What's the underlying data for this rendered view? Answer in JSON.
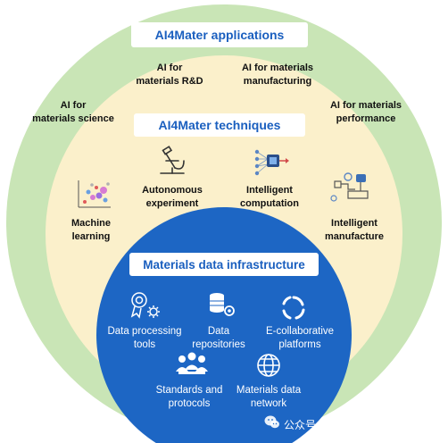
{
  "diagram": {
    "outer": {
      "title": "AI4Mater applications",
      "items": [
        {
          "line1": "AI for",
          "line2": "materials R&D"
        },
        {
          "line1": "AI for materials",
          "line2": "manufacturing"
        },
        {
          "line1": "AI for",
          "line2": "materials science"
        },
        {
          "line1": "AI for materials",
          "line2": "performance"
        }
      ]
    },
    "middle": {
      "title": "AI4Mater techniques",
      "items": [
        {
          "line1": "Autonomous",
          "line2": "experiment",
          "icon": "microscope-icon"
        },
        {
          "line1": "Intelligent",
          "line2": "computation",
          "icon": "neural-chip-icon"
        },
        {
          "line1": "Machine",
          "line2": "learning",
          "icon": "scatter-plot-icon"
        },
        {
          "line1": "Intelligent",
          "line2": "manufacture",
          "icon": "robot-arm-icon"
        }
      ]
    },
    "inner": {
      "title": "Materials data infrastructure",
      "items": [
        {
          "line1": "Data processing",
          "line2": "tools",
          "icon": "award-gear-icon"
        },
        {
          "line1": "Data",
          "line2": "repositories",
          "icon": "database-gear-icon"
        },
        {
          "line1": "E-collaborative",
          "line2": "platforms",
          "icon": "cycle-icon"
        },
        {
          "line1": "Standards and",
          "line2": "protocols",
          "icon": "people-icon"
        },
        {
          "line1": "Materials data",
          "line2": "network",
          "icon": "globe-icon"
        }
      ]
    },
    "colors": {
      "outer_ring": "#c9e5b6",
      "middle_ring": "#fbf0cb",
      "inner_circle": "#1d66c4",
      "title_text": "#1a5fbf",
      "label_text": "#111111",
      "inner_text": "#ffffff"
    }
  },
  "watermark": {
    "text": "公众号 · 新材料大数据中心",
    "icon": "wechat-icon"
  }
}
